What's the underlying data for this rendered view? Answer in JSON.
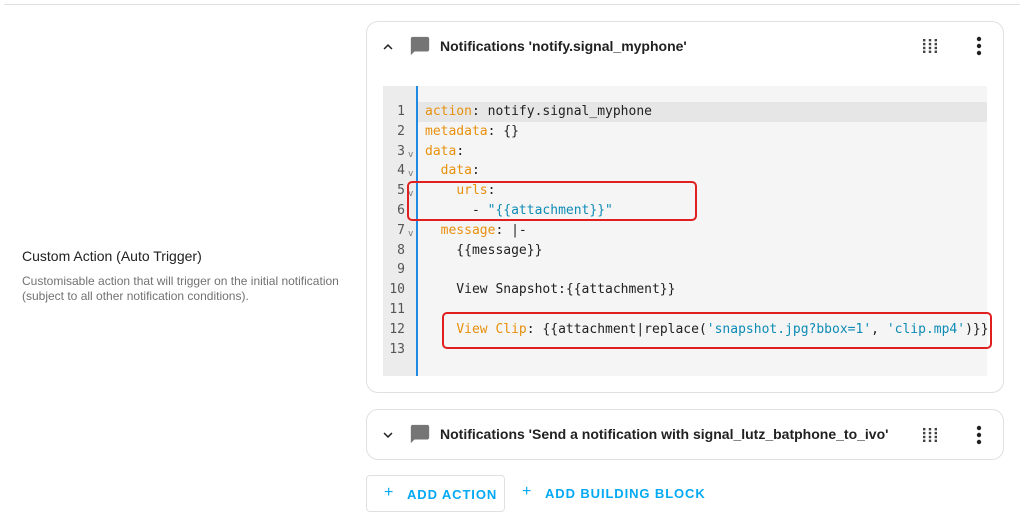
{
  "setting": {
    "title": "Custom Action (Auto Trigger)",
    "description": "Customisable action that will trigger on the initial notification (subject to all other notification conditions)."
  },
  "actions": [
    {
      "title": "Notifications 'notify.signal_myphone'",
      "expanded": true,
      "icon": "message-icon",
      "code_lines": [
        {
          "n": "1",
          "fold": false,
          "parts": [
            {
              "t": "action",
              "c": "k"
            },
            {
              "t": ": notify.signal_myphone",
              "c": ""
            }
          ]
        },
        {
          "n": "2",
          "fold": false,
          "parts": [
            {
              "t": "metadata",
              "c": "k"
            },
            {
              "t": ": {}",
              "c": ""
            }
          ]
        },
        {
          "n": "3",
          "fold": true,
          "parts": [
            {
              "t": "data",
              "c": "k"
            },
            {
              "t": ":",
              "c": ""
            }
          ]
        },
        {
          "n": "4",
          "fold": true,
          "parts": [
            {
              "t": "  ",
              "c": ""
            },
            {
              "t": "data",
              "c": "k"
            },
            {
              "t": ":",
              "c": ""
            }
          ]
        },
        {
          "n": "5",
          "fold": true,
          "parts": [
            {
              "t": "    ",
              "c": ""
            },
            {
              "t": "urls",
              "c": "k"
            },
            {
              "t": ":",
              "c": ""
            }
          ]
        },
        {
          "n": "6",
          "fold": false,
          "parts": [
            {
              "t": "      - ",
              "c": ""
            },
            {
              "t": "\"{{attachment}}\"",
              "c": "s"
            }
          ]
        },
        {
          "n": "7",
          "fold": true,
          "parts": [
            {
              "t": "  ",
              "c": ""
            },
            {
              "t": "message",
              "c": "k"
            },
            {
              "t": ": |-",
              "c": ""
            }
          ]
        },
        {
          "n": "8",
          "fold": false,
          "parts": [
            {
              "t": "    {{message}}",
              "c": ""
            }
          ]
        },
        {
          "n": "9",
          "fold": false,
          "parts": [
            {
              "t": "",
              "c": ""
            }
          ]
        },
        {
          "n": "10",
          "fold": false,
          "parts": [
            {
              "t": "    View Snapshot:{{attachment}}",
              "c": ""
            }
          ]
        },
        {
          "n": "11",
          "fold": false,
          "parts": [
            {
              "t": "",
              "c": ""
            }
          ]
        },
        {
          "n": "12",
          "fold": false,
          "parts": [
            {
              "t": "    ",
              "c": ""
            },
            {
              "t": "View Clip",
              "c": "k"
            },
            {
              "t": ": {{attachment|replace(",
              "c": ""
            },
            {
              "t": "'snapshot.jpg?bbox=1'",
              "c": "s"
            },
            {
              "t": ", ",
              "c": ""
            },
            {
              "t": "'clip.mp4'",
              "c": "s"
            },
            {
              "t": ")}}",
              "c": ""
            }
          ]
        },
        {
          "n": "13",
          "fold": false,
          "parts": [
            {
              "t": "",
              "c": ""
            }
          ]
        }
      ]
    },
    {
      "title": "Notifications 'Send a notification with signal_lutz_batphone_to_ivo'",
      "expanded": false,
      "icon": "message-icon"
    }
  ],
  "buttons": {
    "add_action": "ADD ACTION",
    "add_building_block": "ADD BUILDING BLOCK"
  },
  "colors": {
    "accent": "#03a9f4",
    "key": "#e8900c",
    "string": "#0e8bb5",
    "highlight": "#e02020"
  }
}
